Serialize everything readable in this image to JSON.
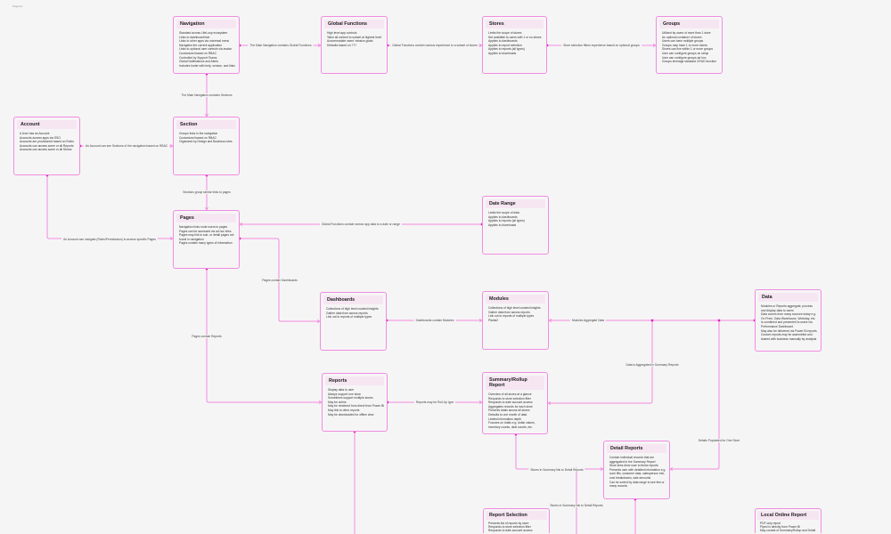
{
  "header": {
    "label": "Diagram"
  },
  "accent": "#f28ce0",
  "cards": {
    "navigation": {
      "title": "Navigation",
      "lines": [
        "Standard across LifeLoop ecosystem",
        "Links to dashboard/hub",
        "Links to other apps via universal menu",
        "Navigates the current application",
        "Links to optional user controls via avatar",
        "Customized based on RBAC",
        "Controlled by Support Teams",
        "Global Notifications and Alerts",
        "Includes footer with help, version, and links"
      ]
    },
    "global": {
      "title": "Global Functions",
      "lines": [
        "High level app controls",
        "Tailor all content to subset at highest level",
        "Accommodate users' mission goals",
        "Defaults based on ???"
      ]
    },
    "stores": {
      "title": "Stores",
      "lines": [
        "Limits the scope of stores",
        "Not available to users with 1 or no stores",
        "Applies to dashboards",
        "Applies to report selection",
        "Applies to reports (all types)",
        "Applies to downloads"
      ]
    },
    "groups": {
      "title": "Groups",
      "lines": [
        "Utilized by users of more than 1 store",
        "An optional container of stores",
        "Users can have multiple groups",
        "Groups may have 1 or more stores",
        "Stores can live within 1 or more groups",
        "User can configure groups on setup",
        "User can configure groups ad hoc",
        "Groups leverage standard CRUD function"
      ]
    },
    "account": {
      "title": "Account",
      "lines": [
        "A User has an Account",
        "Accounts access apps via SSO",
        "Accounts are provisioned based on Roles",
        "Accounts can access some or all Reports",
        "Accounts can access some or all Stores"
      ]
    },
    "section": {
      "title": "Section",
      "lines": [
        "Groups links in the navigation",
        "Customized based on RBAC",
        "Organized by Design and Business rules"
      ]
    },
    "daterange": {
      "title": "Date Range",
      "lines": [
        "Limits the scope of data",
        "Applies to dashboards",
        "Applies to reports (all types)",
        "Applies to downloads"
      ]
    },
    "pages": {
      "title": "Pages",
      "lines": [
        "Navigation links route users to pages",
        "Pages can be accessed via ad hoc links",
        "Pages may link to sub- or detail pages not",
        "found in navigation",
        "Pages contain many types of information"
      ]
    },
    "dashboards": {
      "title": "Dashboards",
      "lines": [
        "Collections of high level curated insights",
        "Gather data from across reports",
        "Link out to reports of multiple types"
      ]
    },
    "modules": {
      "title": "Modules",
      "lines": [
        "Collections of high level curated insights",
        "Gather data from across reports",
        "Link out to reports of multiple types",
        "Plants2"
      ]
    },
    "data": {
      "title": "Data",
      "lines": [
        "Modules or Reports aggregate, process",
        "and display data to users",
        "Data comes from many sources today e.g.",
        "On Prem, Data Warehouse, Workday, etc.",
        "Is combined and presented to users via",
        "Performance Dashboard",
        "May also be delivered via Power BI reports",
        "Custom reports may be assembled and",
        "shared with business manually by analysts"
      ]
    },
    "reports": {
      "title": "Reports",
      "lines": [
        "Display data to user",
        "Always support one store",
        "Sometimes support multiple stores",
        "May be online",
        "May be rendered from direct from Power BI",
        "May link to other reports",
        "May be downloaded for offline view"
      ]
    },
    "summary": {
      "title": "Summary/Rollup Report",
      "lines": [
        "Overview of all stores at a glance",
        "Responds to store selection filter",
        "Responds to date account access",
        "Aggregates records for each store",
        "Presents totals across all stores",
        "Defaults to one month of data",
        "Limited information depth",
        "Focuses on totals e.g. dollar values,",
        "inventory counts, deal counts, etc."
      ]
    },
    "detail": {
      "title": "Detail Reports",
      "lines": [
        "Contain individual records that are",
        "aggregated in the Summary Report",
        "Store links drive user to these reports",
        "Presents user with detailed information e.g.",
        "such fills, customer data, salesperson info,",
        "cost breakdowns, sale amounts",
        "Can be sorted by data range to see few or",
        "many records"
      ]
    },
    "selection": {
      "title": "Report Selection",
      "lines": [
        "Presents list of reports by store",
        "Responds to store selection filter",
        "Responds to date account access"
      ]
    },
    "local": {
      "title": "Local Online Report",
      "lines": [
        "PDF only report",
        "Piped in directly from Power BI",
        "May consist of Summary/Rollup and Detail"
      ]
    }
  },
  "edges": {
    "nav_global": "The Main Navigation contains Global Functions",
    "global_stores": "Global Functions contain various experience to a subset of stores",
    "stores_groups": "Store selection filters experience based on optional groups",
    "nav_section": "The Main Navigation contains Sections",
    "account_section": "An Account can see Sections of the navigation based on RBAC",
    "section_pages": "Sections group similar links to pages",
    "account_pages": "An Account can navigate (Roles/Permissions) to access specific Pages",
    "date_pages": "Global Functions contain narrow app data to a date or range",
    "pages_dashboards": "Pages contain Dashboards",
    "dashboards_modules": "Dashboards contain Modules",
    "modules_data": "Modules Aggregate Data",
    "data_summary": "Data is Aggregated in Summary Reports",
    "data_detail": "Details Populated for One Store",
    "pages_reports": "Pages contain Reports",
    "reports_summary": "Reports may be Roll-Up type",
    "summary_detail": "Stores in Summary link to Detail Reports",
    "summary_detail2": "Stores in Summary link to Detail Reports"
  }
}
